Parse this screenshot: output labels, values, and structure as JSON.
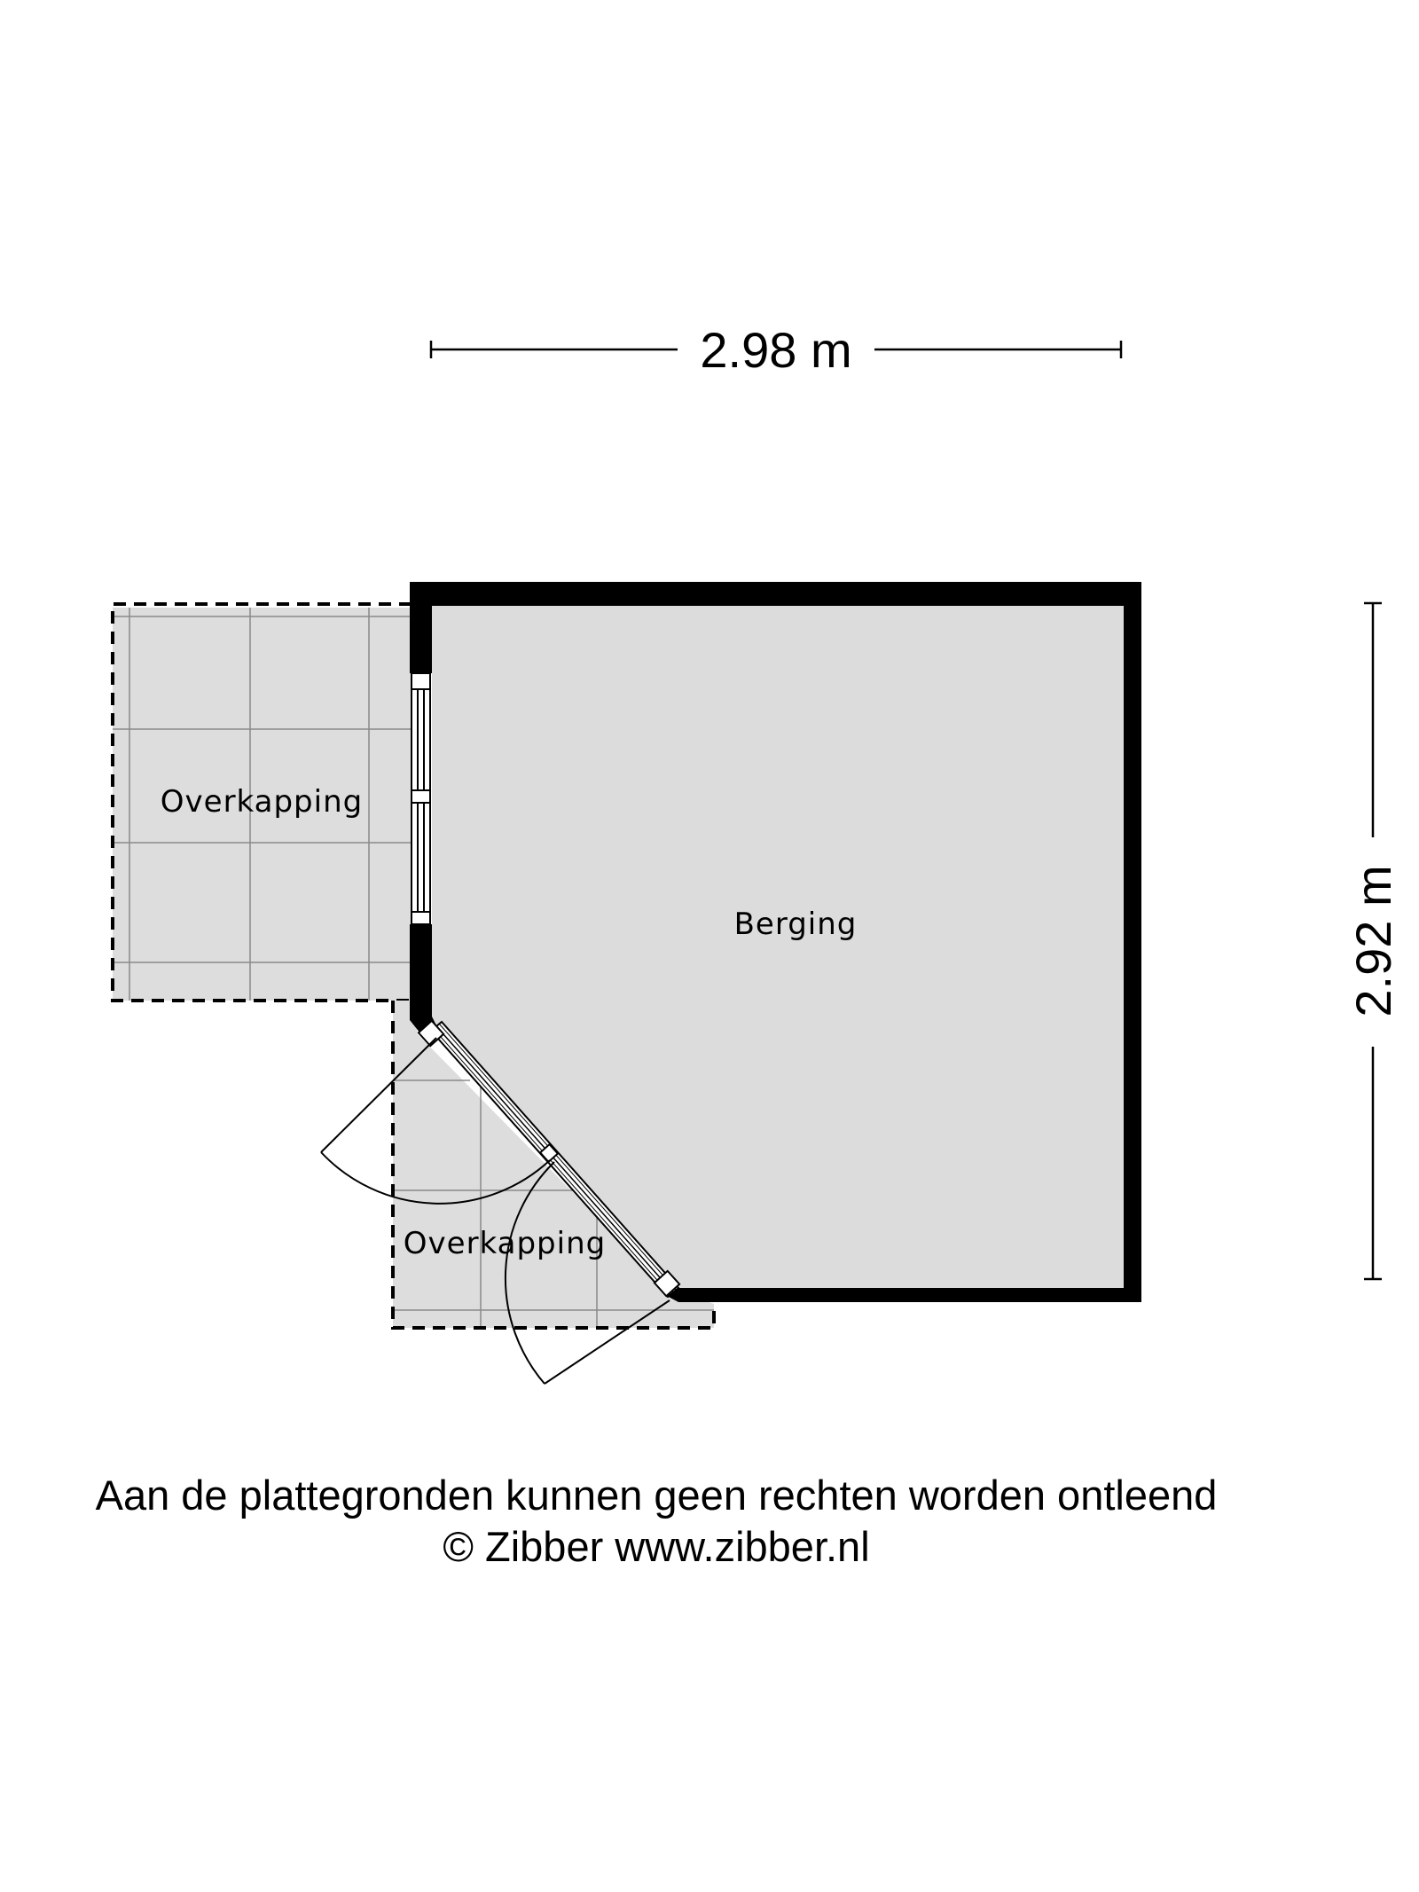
{
  "dimensions": {
    "width_label": "2.98 m",
    "height_label": "2.92 m"
  },
  "rooms": {
    "main_room": "Berging",
    "canopy_top": "Overkapping",
    "canopy_bottom": "Overkapping"
  },
  "footer": {
    "disclaimer": "Aan de plattegronden kunnen geen rechten worden ontleend",
    "copyright": "© Zibber www.zibber.nl"
  },
  "colors": {
    "wall": "#000000",
    "floor": "#dcdcdc",
    "canopy_floor": "#dddddd",
    "tile_line": "#8a8a8a"
  }
}
